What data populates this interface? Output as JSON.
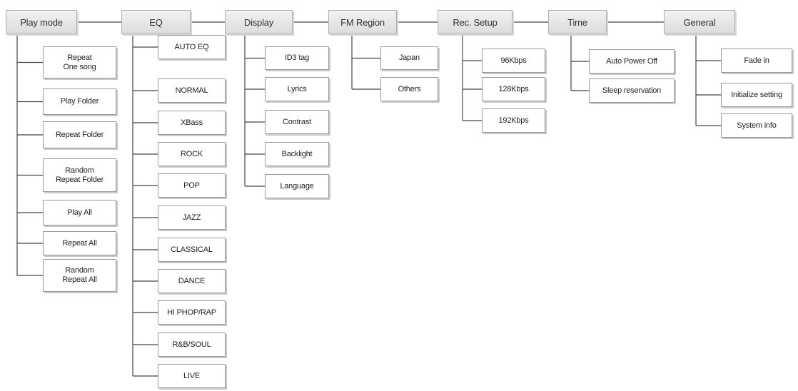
{
  "columns": [
    {
      "label": "Play mode",
      "items": [
        "Repeat\nOne song",
        "Play Folder",
        "Repeat Folder",
        "Random\nRepeat Folder",
        "Play All",
        "Repeat All",
        "Random\nRepeat All"
      ]
    },
    {
      "label": "EQ",
      "items": [
        "AUTO EQ",
        "NORMAL",
        "XBass",
        "ROCK",
        "POP",
        "JAZZ",
        "CLASSICAL",
        "DANCE",
        "HI PHOP/RAP",
        "R&B/SOUL",
        "LIVE"
      ]
    },
    {
      "label": "Display",
      "items": [
        "ID3 tag",
        "Lyrics",
        "Contrast",
        "Backlight",
        "Language"
      ]
    },
    {
      "label": "FM Region",
      "items": [
        "Japan",
        "Others"
      ]
    },
    {
      "label": "Rec. Setup",
      "items": [
        "96Kbps",
        "128Kbps",
        "192Kbps"
      ]
    },
    {
      "label": "Time",
      "items": [
        "Auto Power Off",
        "Sleep reservation"
      ]
    },
    {
      "label": "General",
      "items": [
        "Fade in",
        "Initialize setting",
        "System info"
      ]
    }
  ]
}
